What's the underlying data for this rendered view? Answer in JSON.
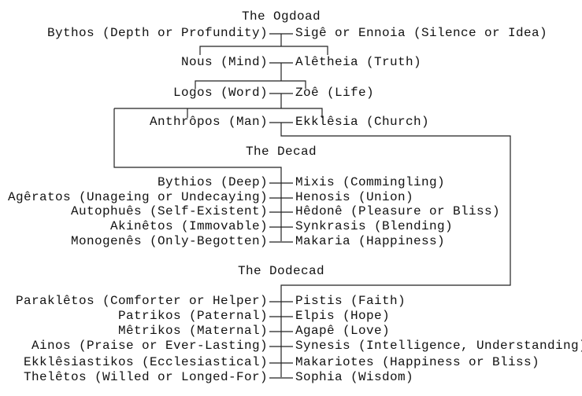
{
  "ogdoad": {
    "title": "The Ogdoad",
    "pairs": [
      {
        "left": "Bythos (Depth or Profundity)",
        "right": "Sigê or Ennoia (Silence or Idea)"
      },
      {
        "left": "Nous (Mind)",
        "right": "Alêtheia (Truth)"
      },
      {
        "left": "Logos (Word)",
        "right": "Zoê (Life)"
      },
      {
        "left": "Anthrôpos (Man)",
        "right": "Ekklêsia (Church)"
      }
    ]
  },
  "decad": {
    "title": "The Decad",
    "pairs": [
      {
        "left": "Bythios (Deep)",
        "right": "Mixis (Commingling)"
      },
      {
        "left": "Agêratos (Unageing or Undecaying)",
        "right": "Henosis (Union)"
      },
      {
        "left": "Autophuês (Self-Existent)",
        "right": "Hêdonê (Pleasure or Bliss)"
      },
      {
        "left": "Akinêtos (Immovable)",
        "right": "Synkrasis (Blending)"
      },
      {
        "left": "Monogenês (Only-Begotten)",
        "right": "Makaria (Happiness)"
      }
    ]
  },
  "dodecad": {
    "title": "The Dodecad",
    "pairs": [
      {
        "left": "Paraklêtos (Comforter or Helper)",
        "right": "Pistis (Faith)"
      },
      {
        "left": "Patrikos (Paternal)",
        "right": "Elpis (Hope)"
      },
      {
        "left": "Mêtrikos (Maternal)",
        "right": "Agapê (Love)"
      },
      {
        "left": "Ainos (Praise or Ever-Lasting)",
        "right": "Synesis (Intelligence, Understanding)"
      },
      {
        "left": "Ekklêsiastikos (Ecclesiastical)",
        "right": "Makariotes (Happiness or Bliss)"
      },
      {
        "left": "Thelêtos (Willed or Longed-For)",
        "right": "Sophia (Wisdom)"
      }
    ]
  }
}
